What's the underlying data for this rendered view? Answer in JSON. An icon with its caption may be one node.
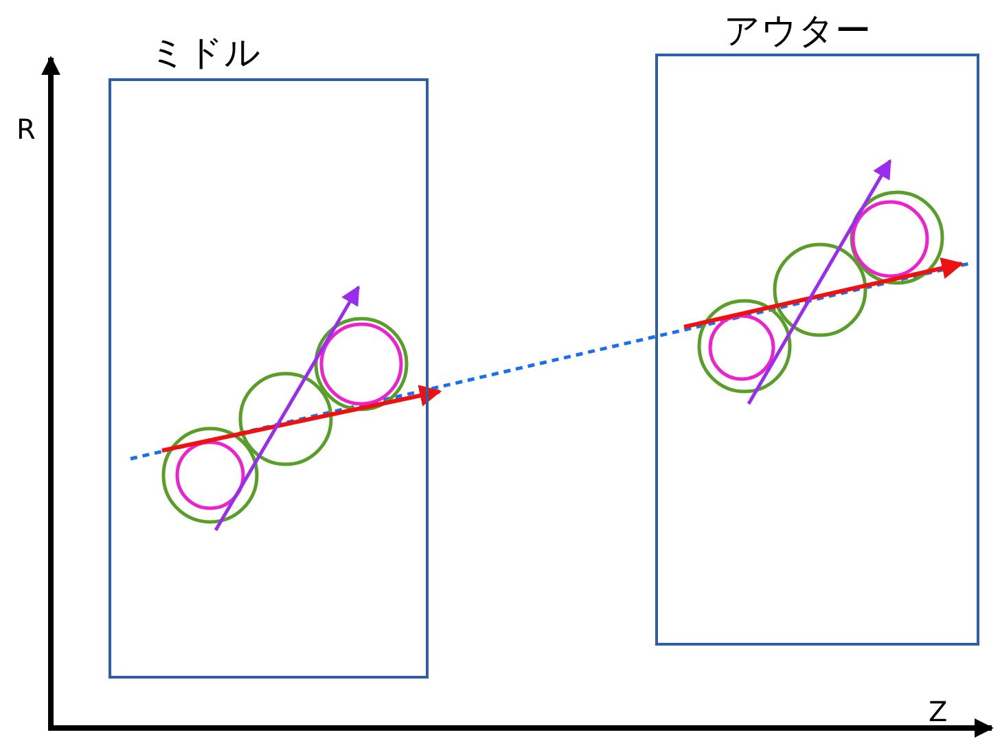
{
  "diagram": {
    "nodes": [
      {
        "text": [
          "ミドル"
        ]
      },
      {
        "text": [
          "アウター"
        ]
      }
    ],
    "edges": [
      {
        "from": 0,
        "to": 1,
        "arrow": "none",
        "style": "dashed"
      }
    ],
    "labels": [
      "R",
      "Z"
    ]
  }
}
